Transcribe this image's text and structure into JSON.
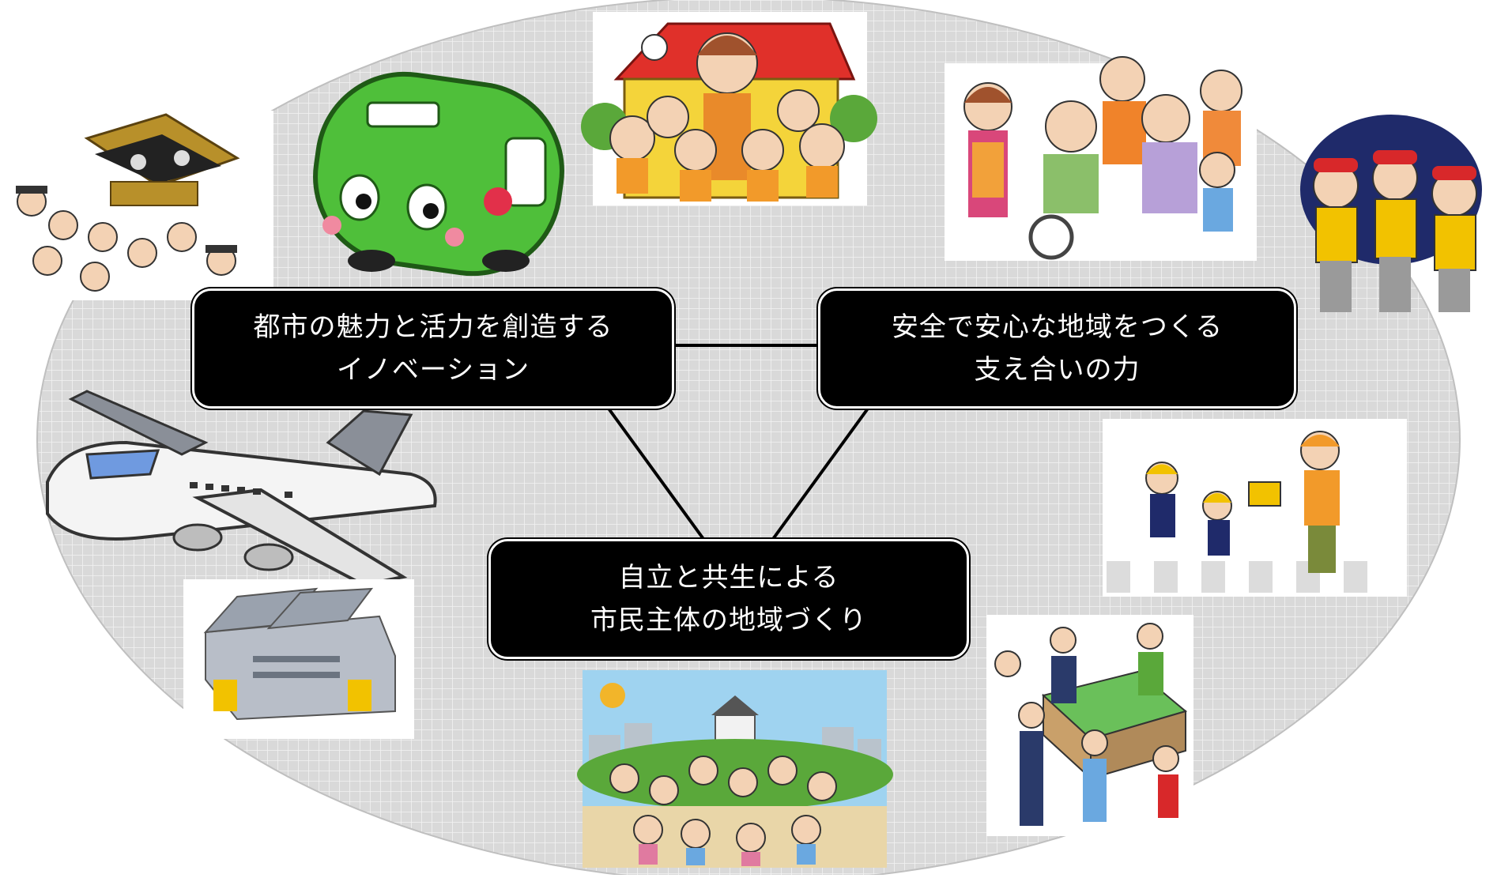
{
  "diagram": {
    "nodes": [
      {
        "id": "innovation",
        "lines": [
          "都市の魅力と活力を創造する",
          "イノベーション"
        ]
      },
      {
        "id": "support",
        "lines": [
          "安全で安心な地域をつくる",
          "支え合いの力"
        ]
      },
      {
        "id": "community",
        "lines": [
          "自立と共生による",
          "市民主体の地域づくり"
        ]
      }
    ],
    "edges": [
      {
        "from": "innovation",
        "to": "support"
      },
      {
        "from": "innovation",
        "to": "community"
      },
      {
        "from": "support",
        "to": "community"
      }
    ],
    "illustrations": [
      "festival-portable-shrine-illustration",
      "green-community-bus-illustration",
      "kindergarten-children-illustration",
      "multigenerational-family-illustration",
      "night-patrol-volunteers-illustration",
      "airplane-illustration",
      "factory-building-illustration",
      "crosswalk-guard-children-illustration",
      "citizens-in-front-of-castle-illustration",
      "town-planning-workshop-illustration"
    ],
    "colors": {
      "background_oval": "#d9d9d9",
      "grid_line": "#ffffff",
      "node_fill": "#000000",
      "node_text": "#ffffff",
      "connector": "#000000",
      "bus_green": "#4fbf3a",
      "roof_red": "#e0302a",
      "jacket_yellow": "#f2c200",
      "cap_red": "#d8282a",
      "sky_blue": "#9fd3f0",
      "tree_green": "#5aa83a"
    }
  }
}
